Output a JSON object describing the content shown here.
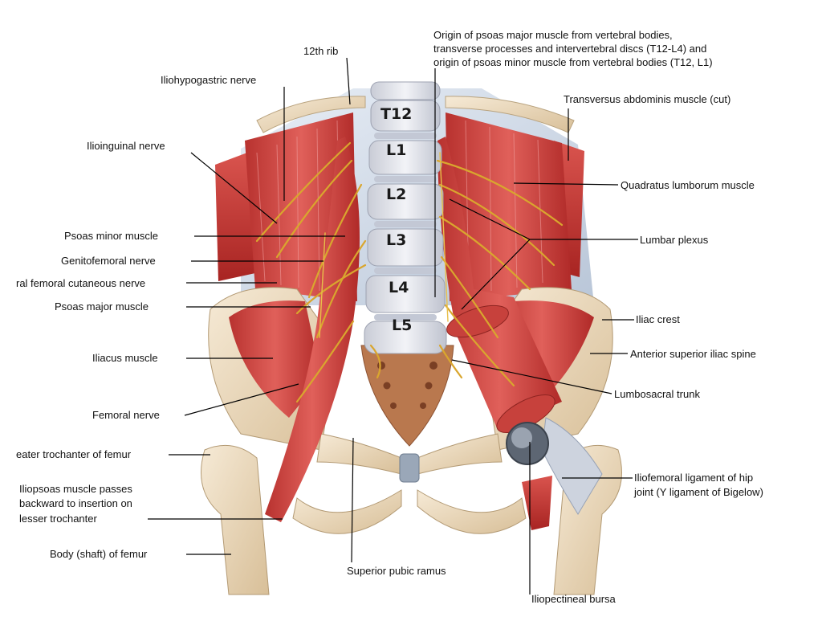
{
  "vertebrae": [
    "T12",
    "L1",
    "L2",
    "L3",
    "L4",
    "L5"
  ],
  "labels": {
    "origin_psoas_1": "Origin of psoas major muscle from vertebral bodies,",
    "origin_psoas_2": "transverse processes and intervertebral discs (T12-L4) and",
    "origin_psoas_3": "origin of psoas minor muscle from vertebral bodies (T12, L1)",
    "rib12": "12th rib",
    "iliohypogastric": "Iliohypogastric nerve",
    "transversus": "Transversus abdominis muscle (cut)",
    "ilioinguinal": "Ilioinguinal nerve",
    "quadratus": "Quadratus lumborum muscle",
    "psoas_minor": "Psoas minor muscle",
    "lumbar_plexus": "Lumbar plexus",
    "genitofemoral": "Genitofemoral nerve",
    "lat_fem_cut": "ral femoral cutaneous nerve",
    "psoas_major": "Psoas major muscle",
    "iliac_crest": "Iliac crest",
    "iliacus": "Iliacus muscle",
    "asis": "Anterior superior iliac spine",
    "lumbosacral": "Lumbosacral trunk",
    "femoral_nerve": "Femoral nerve",
    "greater_troch": "eater trochanter of femur",
    "iliofemoral_1": "Iliofemoral ligament of hip",
    "iliofemoral_2": "joint (Y ligament of Bigelow)",
    "iliopsoas_1": "Iliopsoas muscle passes",
    "iliopsoas_2": "backward to insertion on",
    "iliopsoas_3": "lesser trochanter",
    "body_femur": "Body (shaft) of femur",
    "sup_pubic": "Superior pubic ramus",
    "iliopectineal": "Iliopectineal bursa"
  }
}
